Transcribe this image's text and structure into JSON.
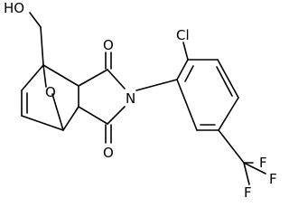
{
  "molecule": {
    "atom_labels": {
      "hydroxyl": "HO",
      "bridge_oxygen": "O",
      "carbonyl_oxygen_top": "O",
      "carbonyl_oxygen_bottom": "O",
      "imide_nitrogen": "N",
      "chlorine": "Cl",
      "fluorine_top": "F",
      "fluorine_right": "F",
      "fluorine_bottom": "F"
    },
    "colors": {
      "bond": "#000000",
      "label": "#000000",
      "background": "#ffffff"
    }
  }
}
